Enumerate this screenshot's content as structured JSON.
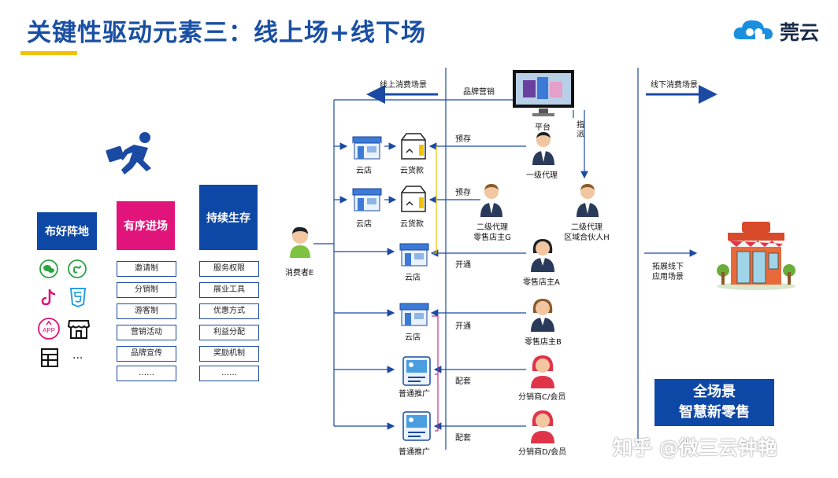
{
  "title": "关键性驱动元素三：线上场+线下场",
  "brand": {
    "name": "莞云"
  },
  "left_columns": [
    {
      "header": "布好阵地",
      "icons": [
        "wechat-icon",
        "miniprogram-icon",
        "tiktok-icon",
        "html5-icon",
        "app-icon",
        "store-icon",
        "web-icon",
        "more-dots"
      ],
      "more_text": "..."
    },
    {
      "header": "有序进场",
      "items": [
        "邀请制",
        "分销制",
        "游客制",
        "营销活动",
        "品牌宣传",
        "……"
      ]
    },
    {
      "header": "持续生存",
      "items": [
        "服务权限",
        "展业工具",
        "优惠方式",
        "利益分配",
        "奖励机制",
        "……"
      ]
    }
  ],
  "diagram": {
    "online_scene": "线上消费场景",
    "offline_scene": "线下消费场景",
    "brand_marketing": "品牌营销",
    "platform": "平台",
    "assign": "指派",
    "consumer": "消费者E",
    "cloud_store": "云店",
    "cloud_goods": "云货款",
    "normal_promo": "普通推广",
    "prestock": "预存",
    "open": "开通",
    "match": "配套",
    "level1_agent": "一级代理",
    "level2_agent_g_line1": "二级代理",
    "level2_agent_g_line2": "零售店主G",
    "level2_agent_h_line1": "二级代理",
    "level2_agent_h_line2": "区域合伙人H",
    "retailer_a": "零售店主A",
    "retailer_b": "零售店主B",
    "distributor_c": "分销商C/会员",
    "distributor_d": "分销商D/会员",
    "expand_line1": "拓展线下",
    "expand_line2": "应用场景"
  },
  "banner": {
    "line1": "全场景",
    "line2": "智慧新零售"
  },
  "watermark": "知乎 @微三云钟艳",
  "colors": {
    "primary": "#1b4aa3",
    "header_blue": "#0e48a6",
    "header_pink": "#e0147a",
    "accent_yellow": "#f2c200",
    "line_pink": "#c0308a"
  }
}
